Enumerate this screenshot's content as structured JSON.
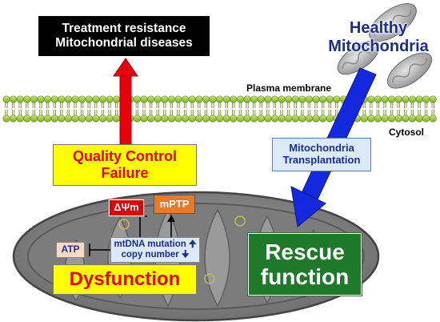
{
  "top_outcome": {
    "line1": "Treatment resistance",
    "line2": "Mitochondrial diseases"
  },
  "healthy": {
    "line1": "Healthy",
    "line2": "Mitochondria"
  },
  "plasma_membrane_label": "Plasma membrane",
  "cytosol_label": "Cytosol",
  "transplantation": {
    "line1": "Mitochondria",
    "line2": "Transplantation"
  },
  "qc_failure": {
    "line1": "Quality Control",
    "line2": "Failure"
  },
  "delta_psi": "ΔΨm",
  "mptp": "mPTP",
  "atp": "ATP",
  "mtdna": {
    "line1": "mtDNA mutation",
    "line2": "copy number"
  },
  "dysfunction": "Dysfunction",
  "rescue": {
    "line1": "Rescue",
    "line2": "function"
  },
  "colors": {
    "red_arrow": "#e8000b",
    "blue_arrow": "#1428e0",
    "yellow_box": "#ffff00",
    "green_box": "#1e7a2a",
    "membrane_green": "#9ccc3c",
    "mito_grey": "#8e8e8e",
    "delta_red": "#e00000",
    "mptp_orange": "#e87a2a",
    "pale_blue_box": "#dce9f8"
  }
}
